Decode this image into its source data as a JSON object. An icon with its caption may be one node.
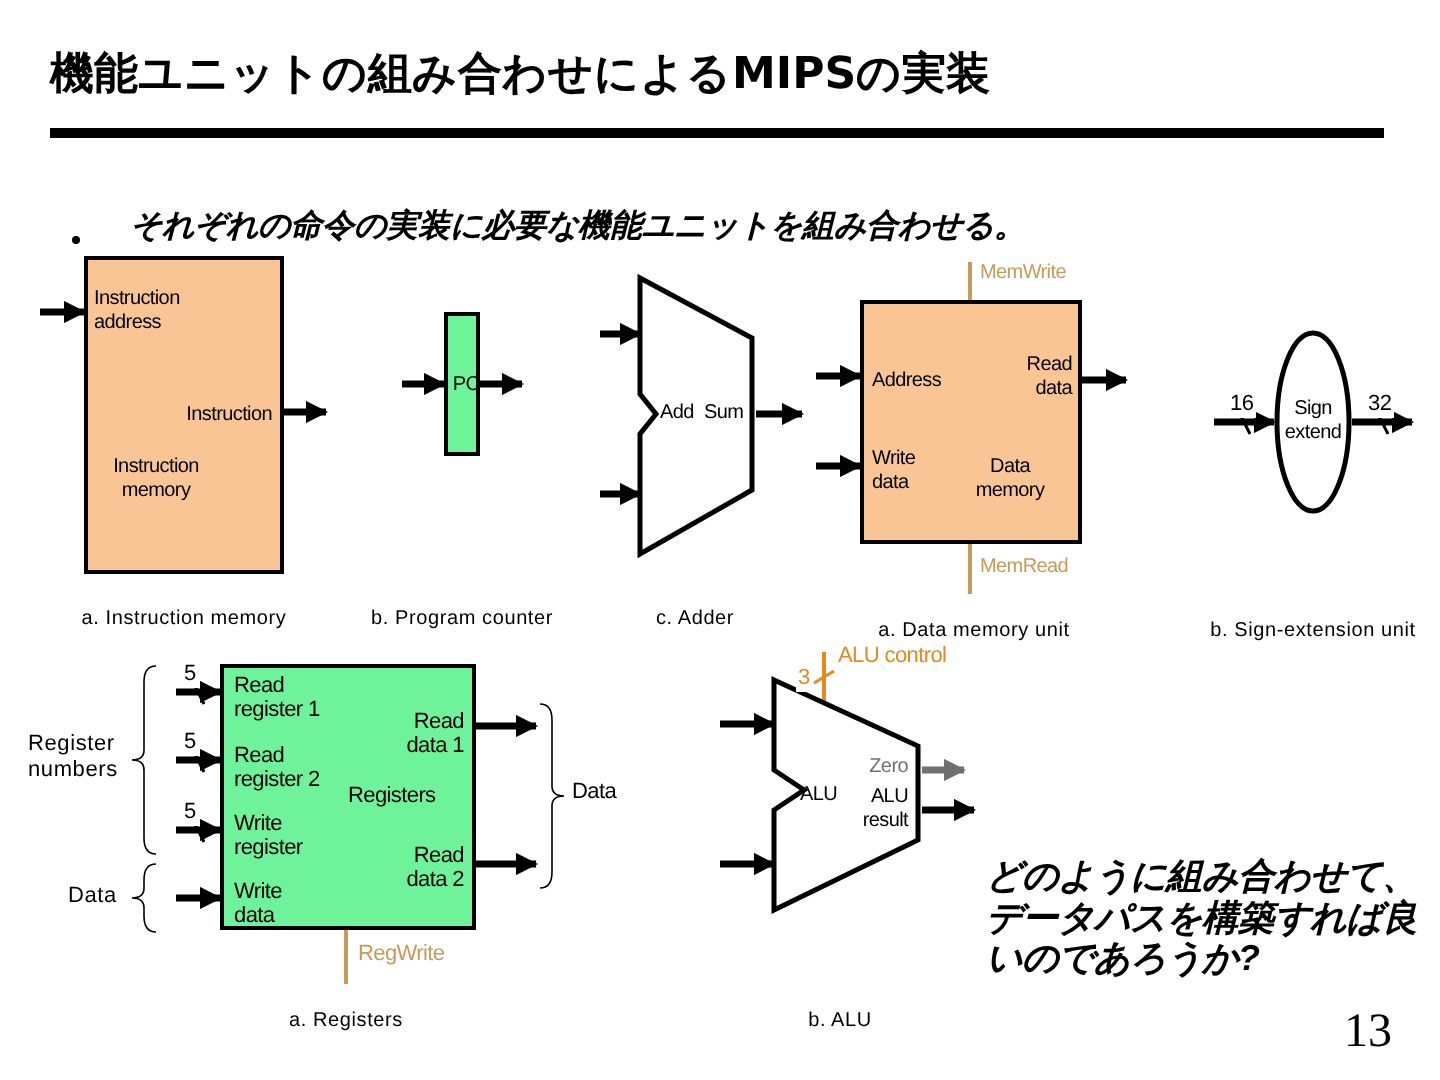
{
  "diagram": {
    "title": "機能ユニットの組み合わせによるMIPSの実装",
    "nodes": [
      {
        "text": [
          "Instruction address",
          "Instruction",
          "Instruction memory"
        ]
      },
      {
        "text": [
          "PC"
        ]
      },
      {
        "text": [
          "Add",
          "Sum"
        ]
      },
      {
        "text": [
          "Address",
          "Read data",
          "Write data",
          "Data memory"
        ],
        "beside": [
          "MemWrite",
          "MemRead"
        ]
      },
      {
        "text": [
          "Sign extend"
        ]
      },
      {
        "text": [
          "Read register 1",
          "Read data 1",
          "Read register 2",
          "Registers",
          "Write register",
          "Read data 2",
          "Write data"
        ],
        "beside": [
          "RegWrite"
        ]
      },
      {
        "text": [
          "ALU",
          "Zero",
          "ALU result"
        ],
        "beside": [
          "ALU control"
        ]
      },
      {
        "text": [
          "Data"
        ]
      }
    ],
    "edges": [
      {
        "from": null,
        "to": 0,
        "arrow": "to"
      },
      {
        "from": 0,
        "to": null,
        "arrow": "to"
      },
      {
        "from": null,
        "to": 1,
        "arrow": "to"
      },
      {
        "from": 1,
        "to": null,
        "arrow": "to"
      },
      {
        "from": null,
        "to": 2,
        "arrow": "to"
      },
      {
        "from": null,
        "to": 2,
        "arrow": "to"
      },
      {
        "from": 2,
        "to": null,
        "arrow": "to"
      },
      {
        "from": null,
        "to": 3,
        "arrow": "to"
      },
      {
        "from": null,
        "to": 3,
        "arrow": "to"
      },
      {
        "from": 3,
        "to": null,
        "arrow": "to"
      },
      {
        "from": null,
        "to": 3,
        "arrow": "none",
        "color": "#c89a5a"
      },
      {
        "from": 3,
        "to": null,
        "arrow": "none",
        "color": "#c89a5a"
      },
      {
        "from": null,
        "to": 4,
        "arrow": "to",
        "label": "16"
      },
      {
        "from": 4,
        "to": null,
        "arrow": "to",
        "label": "32"
      },
      {
        "from": null,
        "to": 5,
        "arrow": "to",
        "label": "5"
      },
      {
        "from": null,
        "to": 5,
        "arrow": "to",
        "label": "5"
      },
      {
        "from": null,
        "to": 5,
        "arrow": "to",
        "label": "5"
      },
      {
        "from": null,
        "to": 5,
        "arrow": "to"
      },
      {
        "from": 5,
        "to": 7,
        "arrow": "to"
      },
      {
        "from": 5,
        "to": 7,
        "arrow": "to"
      },
      {
        "from": null,
        "to": 5,
        "arrow": "none",
        "color": "#c89a5a"
      },
      {
        "from": null,
        "to": 6,
        "arrow": "to"
      },
      {
        "from": null,
        "to": 6,
        "arrow": "to"
      },
      {
        "from": null,
        "to": 6,
        "arrow": "none",
        "label": "3",
        "color": "#e08a20"
      },
      {
        "from": 6,
        "to": null,
        "arrow": "to",
        "color": "#707070"
      },
      {
        "from": 6,
        "to": null,
        "arrow": "to"
      }
    ],
    "labels": [
      "それぞれの命令の実装に必要な機能ユニットを組み合わせる。",
      "a. Instruction memory",
      "b. Program counter",
      "c. Adder",
      "a. Data memory unit",
      "b. Sign-extension unit",
      "Register numbers",
      "Data",
      "どのように組み合わせて、データパスを構築すれば良いのであろうか?",
      "a. Registers",
      "b. ALU",
      "13"
    ]
  }
}
